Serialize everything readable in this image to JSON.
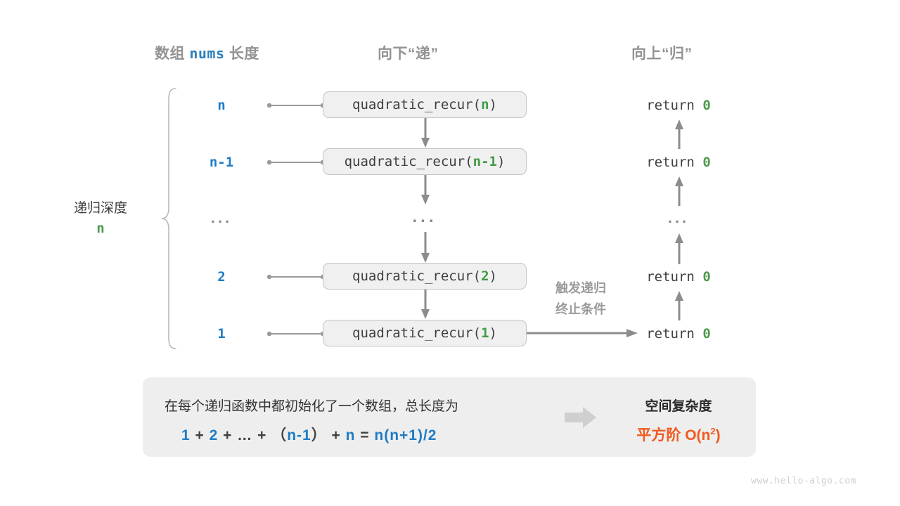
{
  "headers": {
    "left_prefix": "数组 ",
    "left_mono": "nums",
    "left_suffix": " 长度",
    "middle": "向下“递”",
    "right": "向上“归”"
  },
  "depth": {
    "label": "递归深度",
    "value": "n"
  },
  "rows": [
    {
      "size": "n",
      "call_prefix": "quadratic_recur(",
      "call_arg": "n",
      "call_suffix": ")",
      "ret_keyword": "return",
      "ret_value": "0"
    },
    {
      "size": "n-1",
      "call_prefix": "quadratic_recur(",
      "call_arg": "n-1",
      "call_suffix": ")",
      "ret_keyword": "return",
      "ret_value": "0"
    },
    {
      "size": "...",
      "call_prefix": "...",
      "call_arg": "",
      "call_suffix": "",
      "ret_keyword": "...",
      "ret_value": ""
    },
    {
      "size": "2",
      "call_prefix": "quadratic_recur(",
      "call_arg": "2",
      "call_suffix": ")",
      "ret_keyword": "return",
      "ret_value": "0"
    },
    {
      "size": "1",
      "call_prefix": "quadratic_recur(",
      "call_arg": "1",
      "call_suffix": ")",
      "ret_keyword": "return",
      "ret_value": "0"
    }
  ],
  "trigger_note": {
    "line1": "触发递归",
    "line2": "终止条件"
  },
  "summary": {
    "description": "在每个递归函数中都初始化了一个数组，总长度为",
    "formula_parts": [
      {
        "t": "1",
        "blue": true
      },
      {
        "t": " + ",
        "blue": false
      },
      {
        "t": "2",
        "blue": true
      },
      {
        "t": " + … + （",
        "blue": false
      },
      {
        "t": "n-1",
        "blue": true
      },
      {
        "t": "） + ",
        "blue": false
      },
      {
        "t": "n",
        "blue": true
      },
      {
        "t": " = ",
        "blue": false
      },
      {
        "t": "n(n+1)/2",
        "blue": true
      }
    ],
    "right_title": "空间复杂度",
    "right_value_text": "平方阶 O(n",
    "right_value_sup": "2",
    "right_value_tail": ")"
  },
  "watermark": "www.hello-algo.com",
  "colors": {
    "blue": "#1f7cc4",
    "green": "#4e9a4e",
    "orange": "#f05a1e",
    "gray_text": "#939393",
    "box_fill": "#f0f0f0",
    "box_border": "#c4c4c4",
    "panel_fill": "#eeeeee",
    "arrow": "#8c8c8c"
  }
}
